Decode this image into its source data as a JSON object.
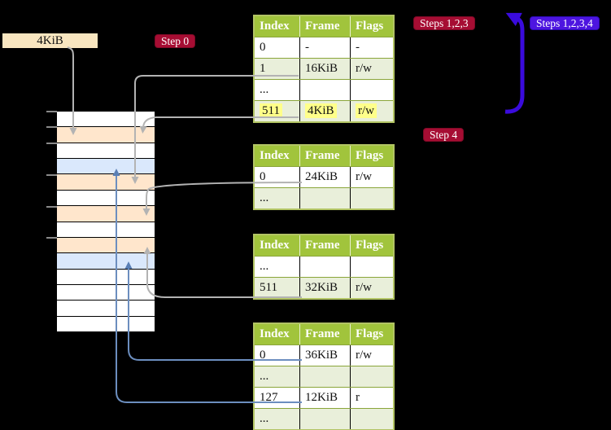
{
  "title": "Page table translation diagram",
  "page_size_label": "4KiB",
  "badges": {
    "step0": "Step 0",
    "steps123": "Steps 1,2,3",
    "steps1234": "Steps 1,2,3,4",
    "step4": "Step 4"
  },
  "colors": {
    "background": "#000000",
    "table_header_bg": "#a1c43c",
    "table_alt_row_bg": "#e9efda",
    "table_outer_border": "#b2c464",
    "highlight_yellow": "#ffff8a",
    "badge_red": "#a60d33",
    "badge_blue": "#4d15e0",
    "page_size_box": "#f9e6c0",
    "memory_frame_white": "#ffffff",
    "memory_frame_peach": "#ffe6cc",
    "memory_frame_blue": "#dae8fc",
    "connector_gray": "#b3b3b3",
    "connector_blue": "#6c8ebf",
    "big_arrow_indigo": "#3a0bdd"
  },
  "memory": {
    "rows": [
      "white",
      "peach",
      "white",
      "blue",
      "peach",
      "white",
      "peach",
      "white",
      "peach",
      "blue",
      "white",
      "white",
      "white",
      "white"
    ],
    "tick_row_indices": [
      0,
      1,
      2,
      4,
      6,
      8
    ]
  },
  "tables": [
    {
      "name": "page-table-top",
      "headers": [
        "Index",
        "Frame",
        "Flags"
      ],
      "rows": [
        {
          "cells": [
            "0",
            "-",
            "-"
          ],
          "highlighted": false
        },
        {
          "cells": [
            "1",
            "16KiB",
            "r/w"
          ],
          "highlighted": false
        },
        {
          "cells": [
            "...",
            "",
            ""
          ],
          "highlighted": false
        },
        {
          "cells": [
            "511",
            "4KiB",
            "r/w"
          ],
          "highlighted": true
        }
      ]
    },
    {
      "name": "page-table-second",
      "headers": [
        "Index",
        "Frame",
        "Flags"
      ],
      "rows": [
        {
          "cells": [
            "0",
            "24KiB",
            "r/w"
          ],
          "highlighted": false
        },
        {
          "cells": [
            "...",
            "",
            ""
          ],
          "highlighted": false
        }
      ]
    },
    {
      "name": "page-table-third",
      "headers": [
        "Index",
        "Frame",
        "Flags"
      ],
      "rows": [
        {
          "cells": [
            "...",
            "",
            ""
          ],
          "highlighted": false
        },
        {
          "cells": [
            "511",
            "32KiB",
            "r/w"
          ],
          "highlighted": false
        }
      ]
    },
    {
      "name": "page-table-bottom",
      "headers": [
        "Index",
        "Frame",
        "Flags"
      ],
      "rows": [
        {
          "cells": [
            "0",
            "36KiB",
            "r/w"
          ],
          "highlighted": false
        },
        {
          "cells": [
            "...",
            "",
            ""
          ],
          "highlighted": false
        },
        {
          "cells": [
            "127",
            "12KiB",
            "r"
          ],
          "highlighted": false
        },
        {
          "cells": [
            "...",
            "",
            ""
          ],
          "highlighted": false
        }
      ]
    }
  ]
}
